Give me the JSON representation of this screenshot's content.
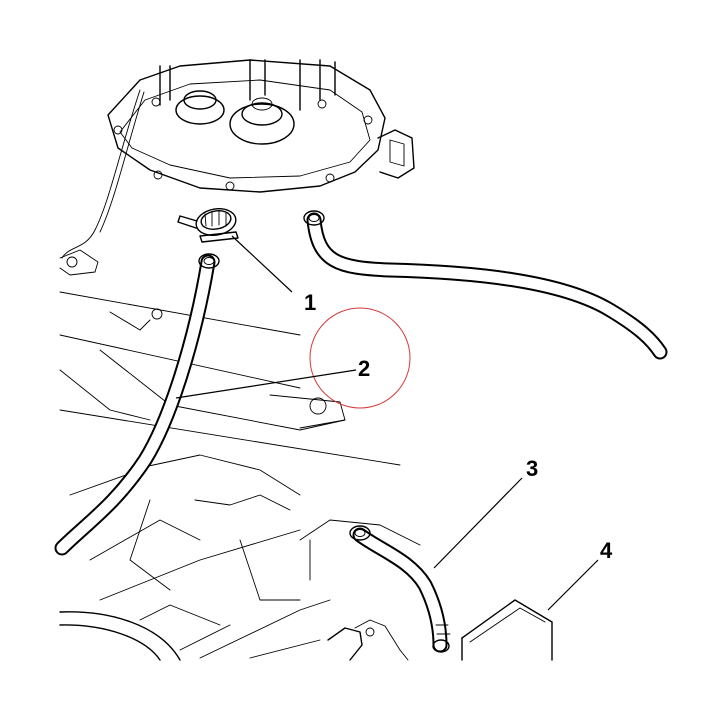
{
  "callouts": [
    {
      "id": "1",
      "label": "1"
    },
    {
      "id": "2",
      "label": "2"
    },
    {
      "id": "3",
      "label": "3"
    },
    {
      "id": "4",
      "label": "4"
    }
  ],
  "colors": {
    "line": "#000000",
    "highlight": "#d23a3a",
    "background": "#ffffff"
  }
}
